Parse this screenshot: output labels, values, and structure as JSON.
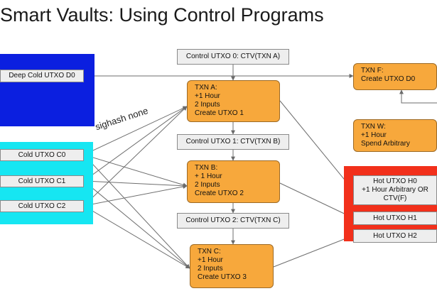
{
  "title": "Smart Vaults: Using Control Programs",
  "annotation": "sighash none",
  "colors": {
    "deep_panel": "#0b1fe0",
    "cold_panel": "#16e6f2",
    "hot_panel": "#f2301b",
    "txn_box": "#f7a83c",
    "node_box": "#eeeeee"
  },
  "deep": {
    "label": "Deep Cold UTXO D0"
  },
  "cold": [
    {
      "label": "Cold UTXO C0"
    },
    {
      "label": "Cold UTXO C1"
    },
    {
      "label": "Cold UTXO C2"
    }
  ],
  "controls": [
    {
      "label": "Control UTXO 0: CTV(TXN A)"
    },
    {
      "label": "Control UTXO 1: CTV(TXN B)"
    },
    {
      "label": "Control UTXO 2: CTV(TXN C)"
    }
  ],
  "txns": [
    {
      "label": "TXN A:\n+1 Hour\n2 Inputs\nCreate UTXO 1"
    },
    {
      "label": "TXN B:\n+ 1 Hour\n2 Inputs\nCreate UTXO 2"
    },
    {
      "label": "TXN C:\n+1 Hour\n2 Inputs\nCreate UTXO 3"
    }
  ],
  "txn_f": {
    "label": "TXN F:\nCreate UTXO D0"
  },
  "txn_w": {
    "label": "TXN W:\n+1 Hour\nSpend Arbitrary"
  },
  "hot": [
    {
      "label": "Hot  UTXO H0\n+1 Hour Arbitrary OR\nCTV(F)"
    },
    {
      "label": "Hot UTXO H1"
    },
    {
      "label": "Hot UTXO H2"
    }
  ]
}
